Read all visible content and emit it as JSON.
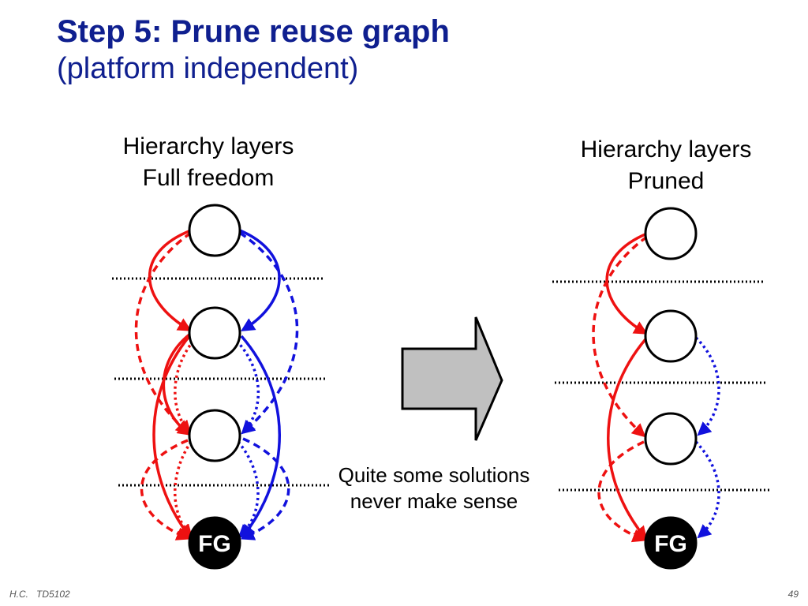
{
  "slide": {
    "title": "Step 5: Prune reuse graph",
    "subtitle": "(platform independent)"
  },
  "left_panel": {
    "label_line1": "Hierarchy layers",
    "label_line2": "Full freedom",
    "bottom_node": "FG"
  },
  "right_panel": {
    "label_line1": "Hierarchy layers",
    "label_line2": "Pruned",
    "bottom_node": "FG"
  },
  "annotation": {
    "line1": "Quite some solutions",
    "line2": "never make sense"
  },
  "footer": {
    "left": "H.C.   TD5102",
    "page": "49"
  },
  "colors": {
    "title": "#0f1f8f",
    "red": "#ee1111",
    "blue": "#1111dd",
    "arrow_fill": "#c0c0c0"
  }
}
